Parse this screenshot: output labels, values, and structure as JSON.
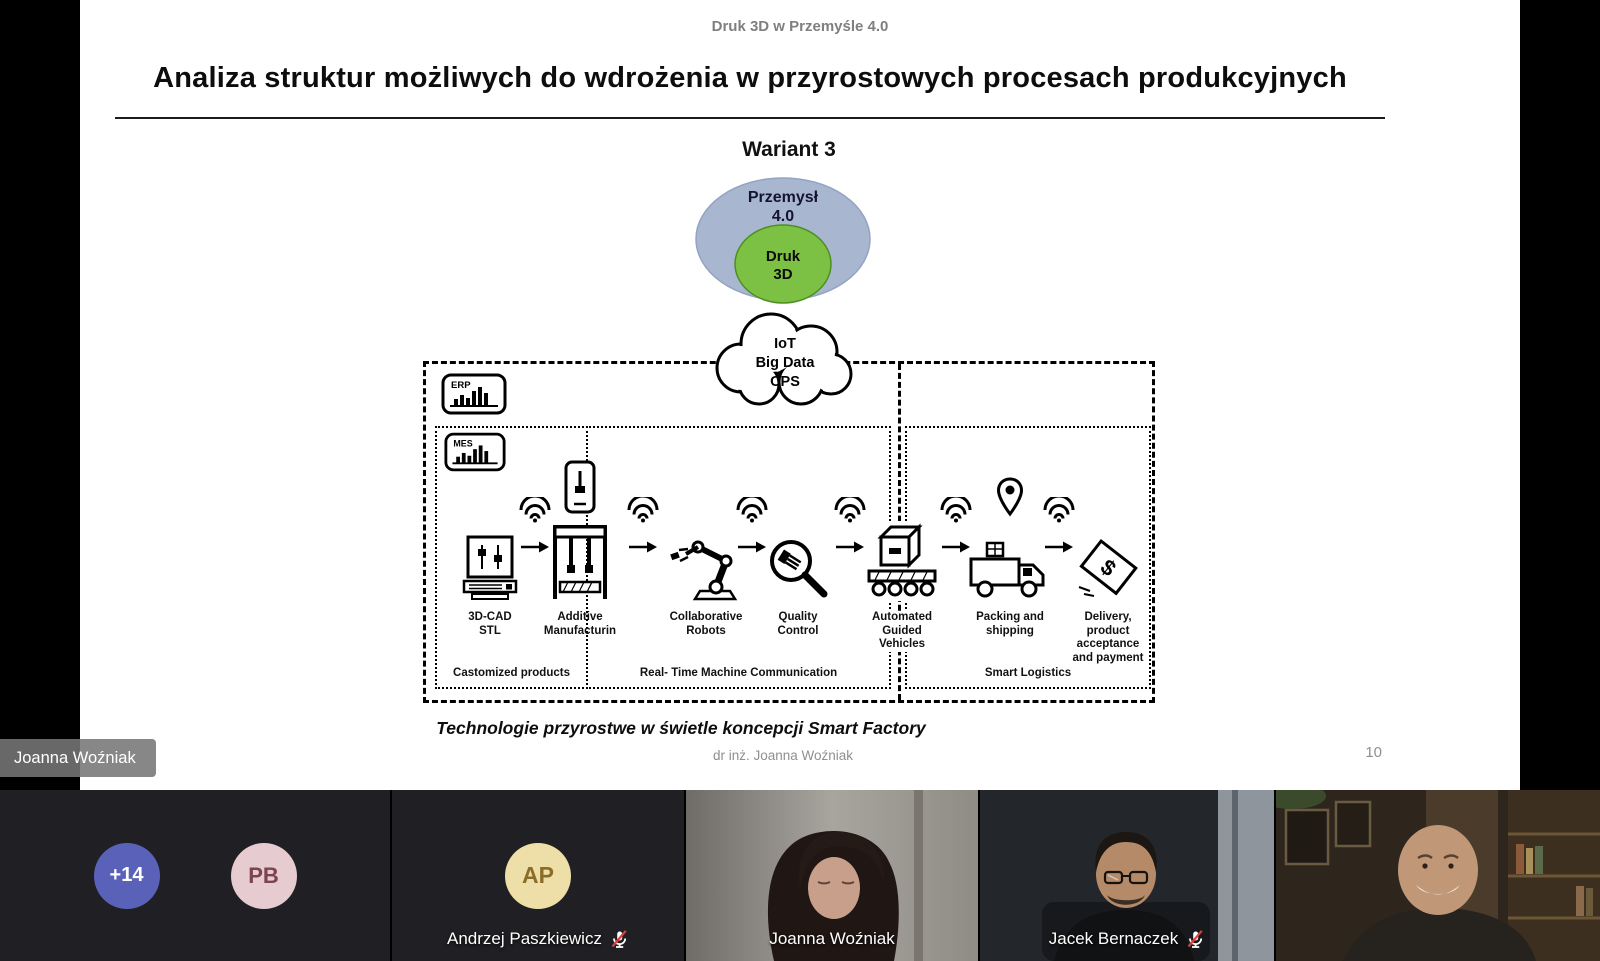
{
  "slide": {
    "deck_title": "Druk 3D w Przemyśle 4.0",
    "title": "Analiza struktur możliwych do wdrożenia w przyrostowych procesach produkcyjnych",
    "variant": "Wariant 3",
    "venn": {
      "outer_lines": [
        "Przemysł",
        "4.0"
      ],
      "inner_lines": [
        "Druk",
        "3D"
      ],
      "outer_color": "#a9b6d0",
      "inner_color": "#7cc143"
    },
    "cloud_lines": [
      "IoT",
      "Big Data",
      "CPS"
    ],
    "systems": [
      {
        "label": "ERP"
      },
      {
        "label": "MES"
      }
    ],
    "steps": [
      {
        "label": "3D-CAD\nSTL"
      },
      {
        "label": "Additive\nManufacturin"
      },
      {
        "label": "Collaborative\nRobots"
      },
      {
        "label": "Quality\nControl"
      },
      {
        "label": "Automated\nGuided\nVehicles"
      },
      {
        "label": "Packing and\nshipping"
      },
      {
        "label": "Delivery,\nproduct\nacceptance\nand payment"
      }
    ],
    "groups": [
      {
        "label": "Castomized products"
      },
      {
        "label": "Real- Time Machine Communication"
      },
      {
        "label": "Smart Logistics"
      }
    ],
    "caption": "Technologie przyrostwe w świetle koncepcji Smart Factory",
    "footer_author": "dr inż. Joanna Woźniak",
    "page_number": "10"
  },
  "meeting": {
    "active_speaker_tag": "Joanna Woźniak",
    "tiles": [
      {
        "type": "avatars-overflow",
        "avatars": [
          {
            "text": "+14",
            "bg": "#5a61b9",
            "fg": "#ffffff"
          },
          {
            "text": "PB",
            "bg": "#e6cbd1",
            "fg": "#7e4350"
          }
        ]
      },
      {
        "type": "avatar",
        "avatar": {
          "text": "AP",
          "bg": "#eddfa7",
          "fg": "#8a6d28"
        },
        "name": "Andrzej Paszkiewicz",
        "muted": true
      },
      {
        "type": "video",
        "name": "Joanna Woźniak",
        "muted": false
      },
      {
        "type": "video",
        "name": "Jacek Bernaczek",
        "muted": true
      },
      {
        "type": "video",
        "name": "",
        "muted": false
      }
    ]
  }
}
